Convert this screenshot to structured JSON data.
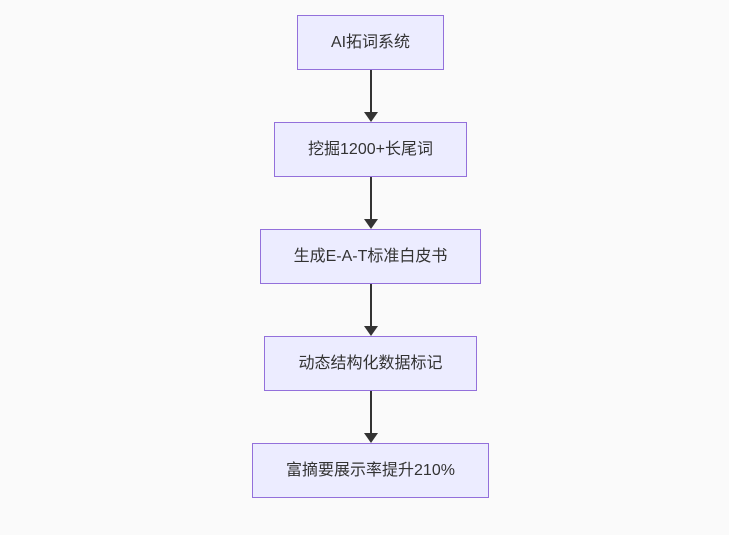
{
  "diagram": {
    "type": "flowchart",
    "direction": "top-down",
    "background_color": "#fafafa",
    "node_fill_color": "#ECECFF",
    "node_border_color": "#9370DB",
    "text_color": "#333333",
    "arrow_color": "#333333",
    "nodes": [
      {
        "id": "node-1",
        "label": "AI拓词系统"
      },
      {
        "id": "node-2",
        "label": "挖掘1200+长尾词"
      },
      {
        "id": "node-3",
        "label": "生成E-A-T标准白皮书"
      },
      {
        "id": "node-4",
        "label": "动态结构化数据标记"
      },
      {
        "id": "node-5",
        "label": "富摘要展示率提升210%"
      }
    ],
    "edges": [
      {
        "from": "node-1",
        "to": "node-2"
      },
      {
        "from": "node-2",
        "to": "node-3"
      },
      {
        "from": "node-3",
        "to": "node-4"
      },
      {
        "from": "node-4",
        "to": "node-5"
      }
    ]
  }
}
